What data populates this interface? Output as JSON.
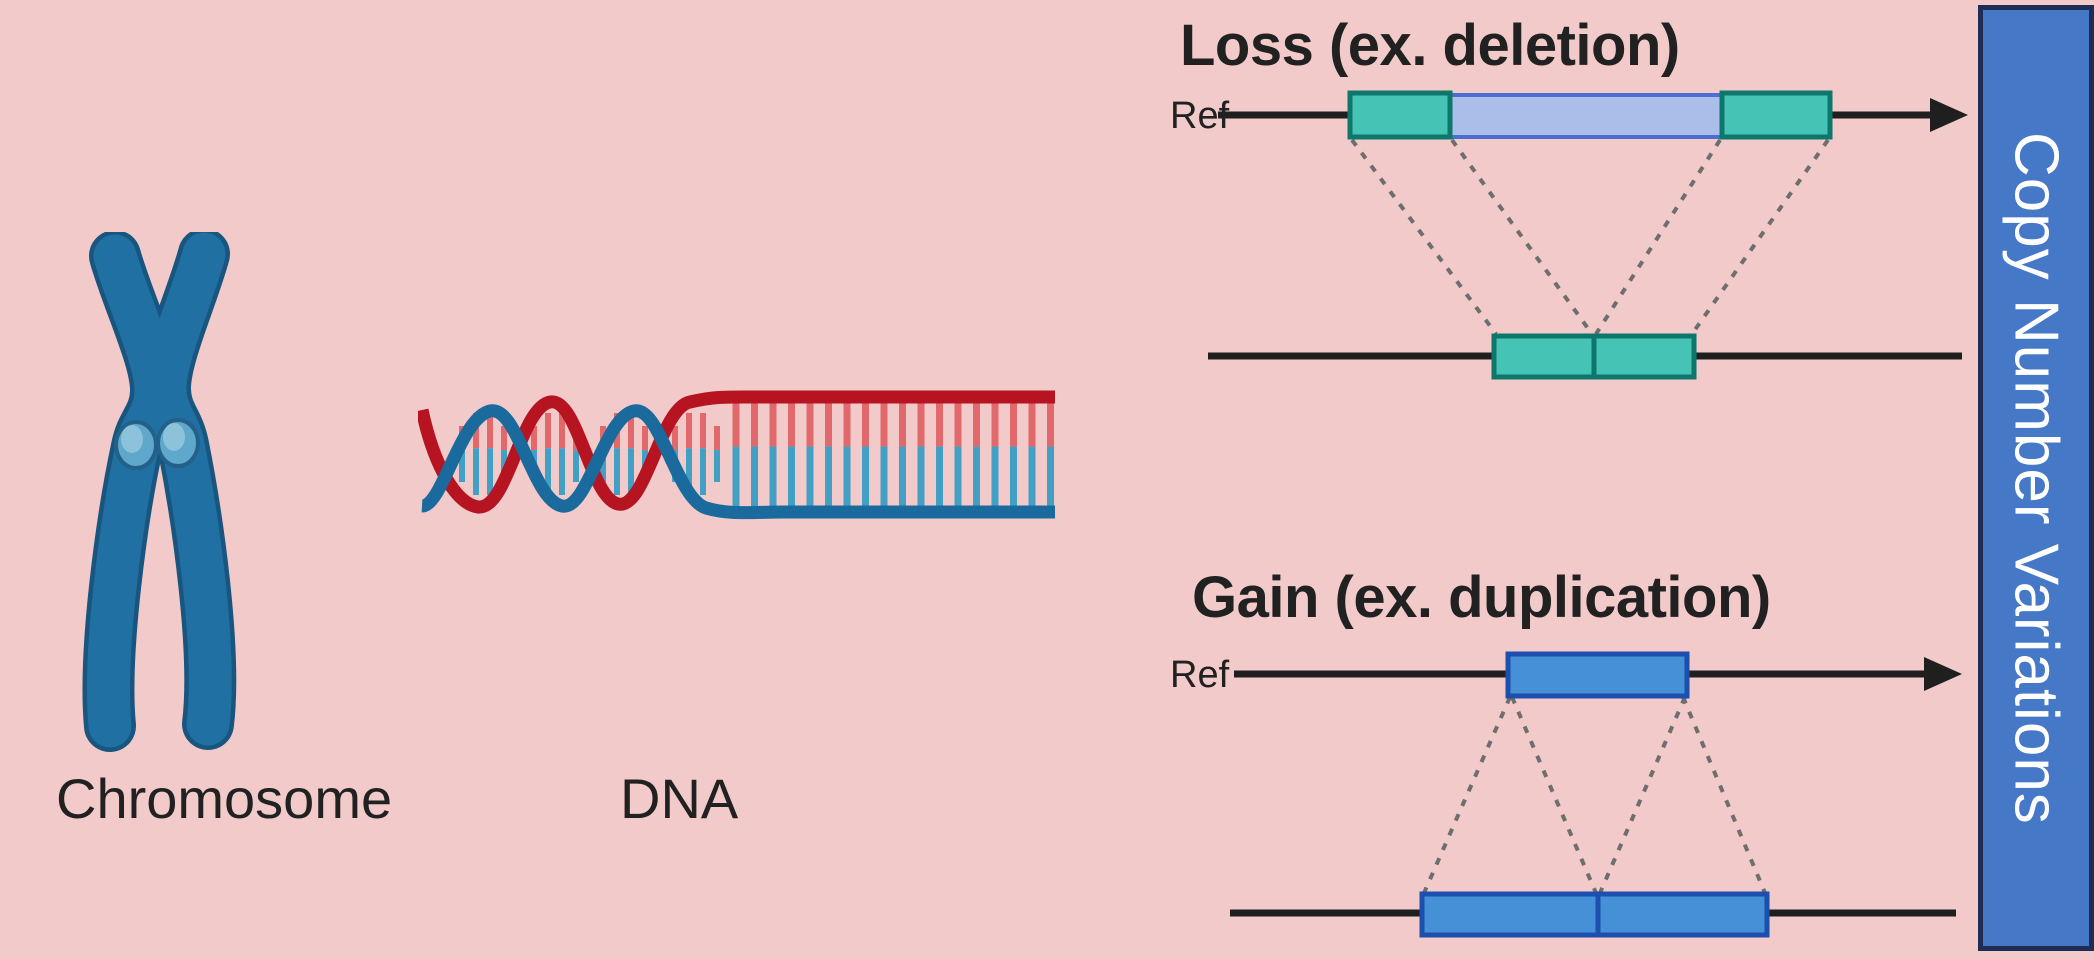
{
  "page": {
    "background_color": "#f2caca"
  },
  "illustrations": {
    "chromosome_label": "Chromosome",
    "dna_label": "DNA"
  },
  "loss_panel": {
    "title": "Loss (ex. deletion)",
    "ref_label": "Ref"
  },
  "gain_panel": {
    "title": "Gain (ex. duplication)",
    "ref_label": "Ref"
  },
  "banner": {
    "label": "Copy Number Variations"
  },
  "colors": {
    "bg": "#f2caca",
    "ink": "#212121",
    "line": "#1f1f1f",
    "dotted": "#6e6e6e",
    "teal_fill": "#45c3b5",
    "teal_stroke": "#0e776c",
    "lightblue_fill": "#abbde9",
    "lightblue_stroke": "#4a6ed2",
    "blue_fill": "#4590d6",
    "blue_stroke": "#1c4fae",
    "banner_fill": "#4678c8",
    "banner_stroke": "#202c54",
    "banner_text": "#ffffff",
    "chromosome_fill": "#2170a3",
    "chromosome_stroke": "#18557f",
    "centromere_fill": "#5fa7cb",
    "centromere_stroke": "#236188",
    "centromere_highlight": "#8cc2da",
    "dna_red": "#b61420",
    "dna_blue": "#1a6a9d",
    "rung_red": "#e2696b",
    "rung_blue": "#41a0c4"
  }
}
